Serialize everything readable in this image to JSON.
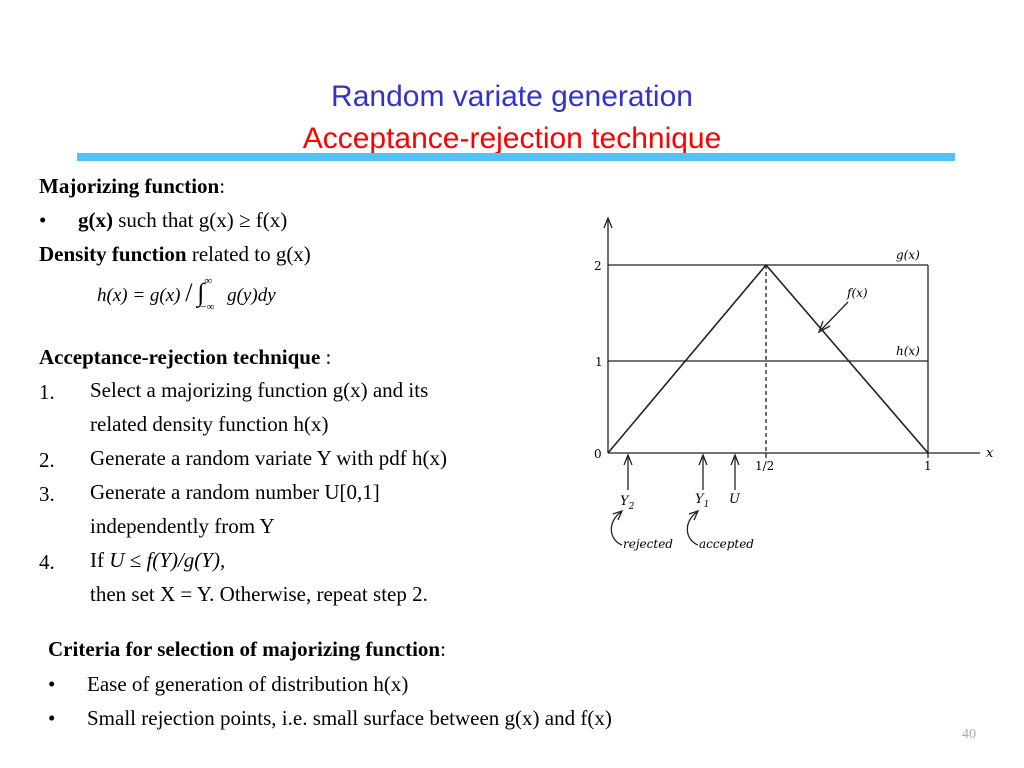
{
  "title": {
    "line1": "Random variate generation",
    "line2": "Acceptance-rejection technique"
  },
  "majorizing": {
    "heading": "Majorizing function",
    "heading_colon": ":",
    "bullet_bold": "g(x)",
    "bullet_rest": " such that g(x) ≥ f(x)",
    "density_bold": "Density function",
    "density_rest": " related to g(x)",
    "formula_lhs": "h(x) = g(x)",
    "formula_integral": "∫",
    "formula_upper": "∞",
    "formula_lower": "−∞",
    "formula_integrand": "g(y)dy"
  },
  "technique": {
    "heading": "Acceptance-rejection technique",
    "heading_colon": " :",
    "steps": [
      {
        "num": "1.",
        "line1": "Select a majorizing function g(x) and its",
        "line2": "related density function h(x)"
      },
      {
        "num": "2.",
        "line1": "Generate a random variate Y with pdf h(x)"
      },
      {
        "num": "3.",
        "line1": "Generate a random number U[0,1]",
        "line2": "independently from Y"
      },
      {
        "num": "4.",
        "line1_prefix": "If ",
        "line1_italic": "U ≤ f(Y)/g(Y),",
        "line2": "then set X = Y. Otherwise, repeat step 2."
      }
    ]
  },
  "criteria": {
    "heading": "Criteria for selection of majorizing function",
    "heading_colon": ":",
    "bullets": [
      "Ease of generation of distribution h(x)",
      "Small rejection points, i.e. small surface between g(x) and f(x)"
    ]
  },
  "figure": {
    "y_ticks": [
      "2",
      "1",
      "0"
    ],
    "x_ticks": [
      "1/2",
      "1"
    ],
    "x_axis_label": "x",
    "g_label": "g(x)",
    "f_label": "f(x)",
    "h_label": "h(x)",
    "y2_label": "Y",
    "y2_sub": "2",
    "y1_label": "Y",
    "y1_sub": "1",
    "u_label": "U",
    "rejected_label": "rejected",
    "accepted_label": "accepted"
  },
  "page_number": "40"
}
